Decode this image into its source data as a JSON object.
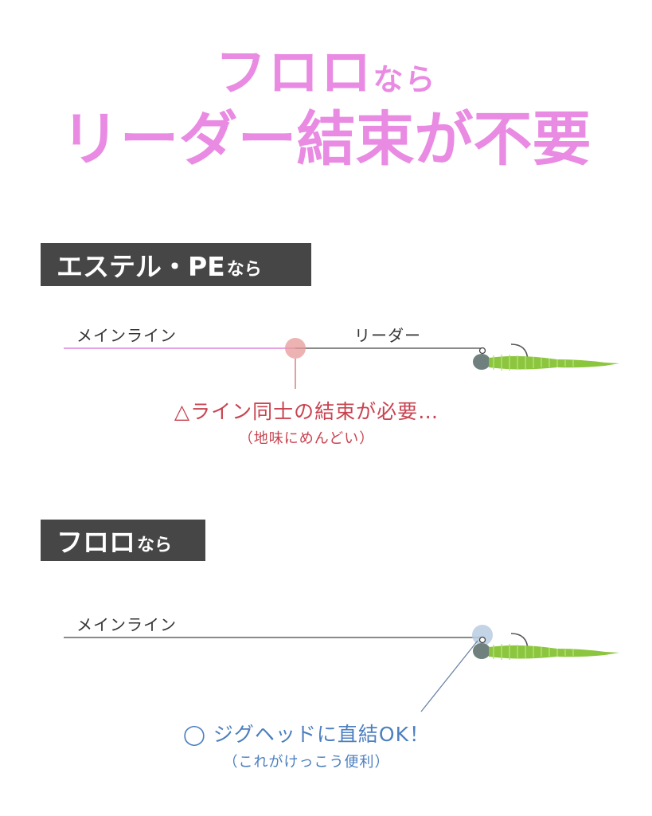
{
  "title": {
    "line1_main": "フロロ",
    "line1_small": "なら",
    "line2": "リーダー結束が不要"
  },
  "section_a": {
    "label_main": "エステル・PE",
    "label_small": "なら",
    "main_line_label": "メインライン",
    "leader_label": "リーダー",
    "message": "△ライン同士の結束が必要…",
    "sub_message": "（地味にめんどい）"
  },
  "section_b": {
    "label_main": "フロロ",
    "label_small": "なら",
    "main_line_label": "メインライン",
    "message": "◯ ジグヘッドに直結OK！",
    "sub_message": "（これがけっこう便利）"
  },
  "colors": {
    "title": "#e98ae3",
    "label_bg": "#464646",
    "main_line_pink": "#e7a3e6",
    "knot_red": "#e79a9a",
    "warning_text": "#c8434f",
    "ok_text": "#4c7fbf",
    "knot_blue": "#b8cde3",
    "worm_green": "#8cc63f",
    "jighead_gray": "#6f807f"
  },
  "icons": [
    "knot-circle",
    "jighead-lure",
    "worm-bait"
  ]
}
